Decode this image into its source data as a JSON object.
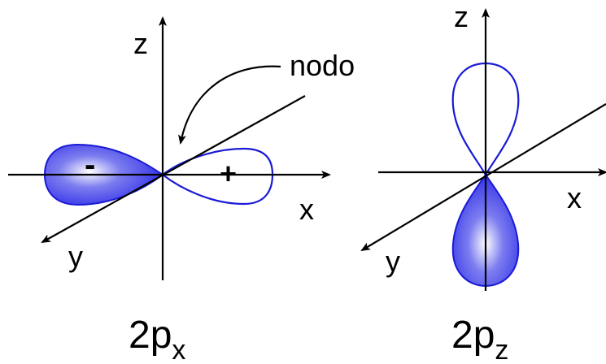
{
  "diagrams": [
    {
      "axes": {
        "z": "z",
        "x": "x",
        "y": "y"
      },
      "signs": {
        "negative": "-",
        "positive": "+"
      },
      "annotation": "nodo",
      "caption": {
        "base": "2p",
        "sub": "x"
      }
    },
    {
      "axes": {
        "z": "z",
        "x": "x",
        "y": "y"
      },
      "caption": {
        "base": "2p",
        "sub": "z"
      }
    }
  ],
  "colors": {
    "lobe_fill": "#1a1ae6",
    "lobe_outline": "#1a1ad6",
    "axis": "#000000"
  }
}
